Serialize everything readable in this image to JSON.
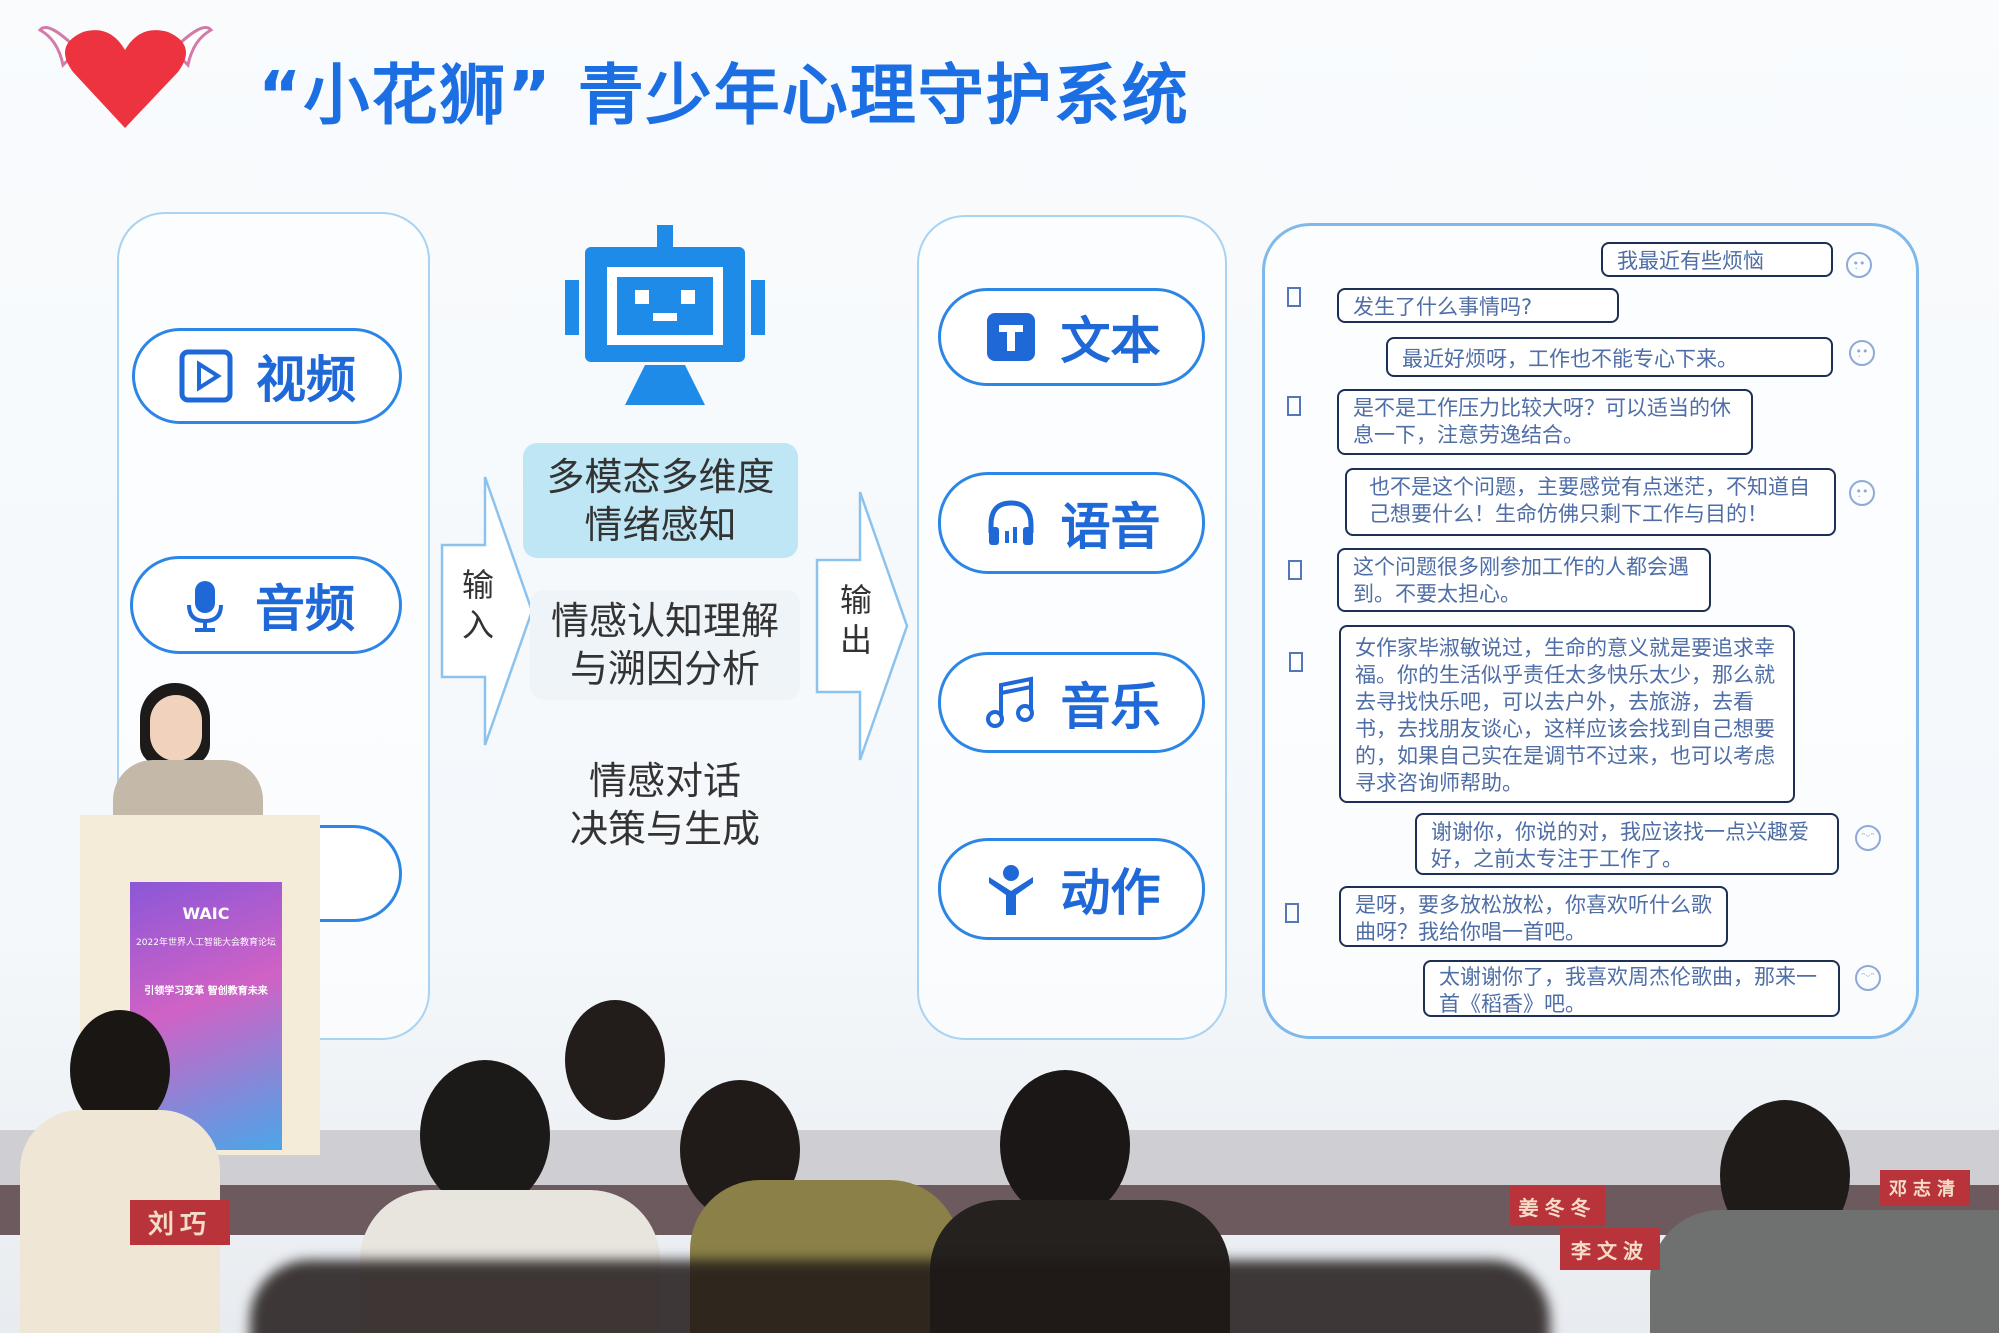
{
  "slide": {
    "title": "“小花狮” 青少年心理守护系统",
    "inputs": [
      {
        "label": "视频",
        "icon": "video-play-icon"
      },
      {
        "label": "音频",
        "icon": "microphone-icon"
      }
    ],
    "input_arrow_label": "输入",
    "output_arrow_label": "输出",
    "processing": [
      "多模态多维度\n情绪感知",
      "情感认知理解\n与溯因分析",
      "情感对话\n决策与生成"
    ],
    "outputs": [
      {
        "label": "文本",
        "icon": "text-t-icon"
      },
      {
        "label": "语音",
        "icon": "headphones-icon"
      },
      {
        "label": "音乐",
        "icon": "music-note-icon"
      },
      {
        "label": "动作",
        "icon": "person-icon"
      }
    ],
    "chat": [
      {
        "side": "user",
        "text": "我最近有些烦恼"
      },
      {
        "side": "bot",
        "text": "发生了什么事情吗?"
      },
      {
        "side": "user",
        "text": "最近好烦呀，工作也不能专心下来。"
      },
      {
        "side": "bot",
        "text": "是不是工作压力比较大呀？可以适当的休息一下，注意劳逸结合。"
      },
      {
        "side": "user",
        "text": "也不是这个问题，主要感觉有点迷茫，不知道自己想要什么！生命仿佛只剩下工作与目的！"
      },
      {
        "side": "bot",
        "text": "这个问题很多刚参加工作的人都会遇到。不要太担心。"
      },
      {
        "side": "bot",
        "text": "女作家毕淑敏说过，生命的意义就是要追求幸福。你的生活似乎责任太多快乐太少，那么就去寻找快乐吧，可以去户外，去旅游，去看书，去找朋友谈心，这样应该会找到自己想要的，如果自己实在是调节不过来，也可以考虑寻求咨询师帮助。"
      },
      {
        "side": "user",
        "text": "谢谢你，你说的对，我应该找一点兴趣爱好，之前太专注于工作了。"
      },
      {
        "side": "bot",
        "text": "是呀，要多放松放松，你喜欢听什么歌曲呀？我给你唱一首吧。"
      },
      {
        "side": "user",
        "text": "太谢谢你了，我喜欢周杰伦歌曲，那来一首《稻香》吧。"
      }
    ]
  },
  "podium": {
    "logo": "WAIC",
    "event": "2022年世界人工智能大会教育论坛",
    "slogan": "引领学习变革 智创教育未来"
  },
  "name_cards": [
    "刘巧",
    "姜冬冬",
    "李文波",
    "邓志清"
  ],
  "colors": {
    "accent": "#1b6fe3",
    "panel_border": "#a9d3f2",
    "highlight_box": "#bfe6f5",
    "name_card": "#b8333a"
  }
}
